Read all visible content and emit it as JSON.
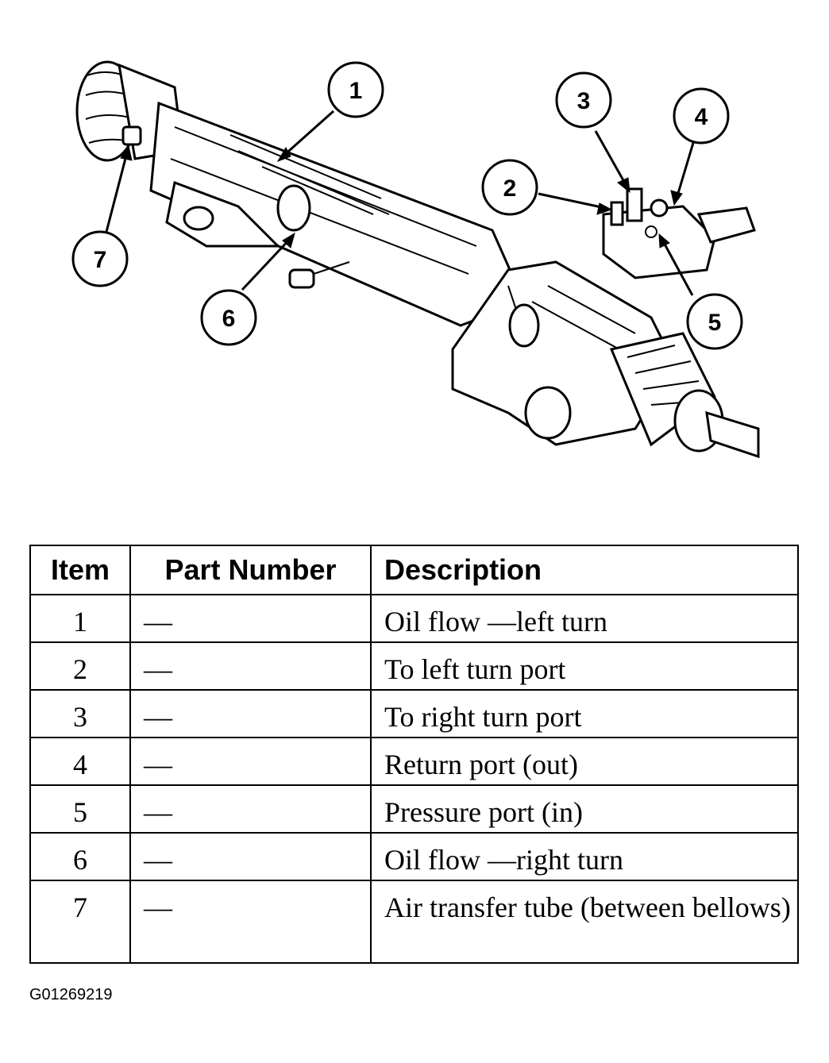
{
  "callouts": [
    {
      "label": "1"
    },
    {
      "label": "2"
    },
    {
      "label": "3"
    },
    {
      "label": "4"
    },
    {
      "label": "5"
    },
    {
      "label": "6"
    },
    {
      "label": "7"
    }
  ],
  "table": {
    "headers": [
      "Item",
      "Part Number",
      "Description"
    ],
    "rows": [
      {
        "item": "1",
        "part_number": "—",
        "description": "Oil flow —left turn"
      },
      {
        "item": "2",
        "part_number": "—",
        "description": "To left turn port"
      },
      {
        "item": "3",
        "part_number": "—",
        "description": "To right turn port"
      },
      {
        "item": "4",
        "part_number": "—",
        "description": "Return port (out)"
      },
      {
        "item": "5",
        "part_number": "—",
        "description": "Pressure port (in)"
      },
      {
        "item": "6",
        "part_number": "—",
        "description": "Oil flow —right turn"
      },
      {
        "item": "7",
        "part_number": "—",
        "description": "Air transfer tube (between bellows)"
      }
    ]
  },
  "figure_code": "G01269219"
}
